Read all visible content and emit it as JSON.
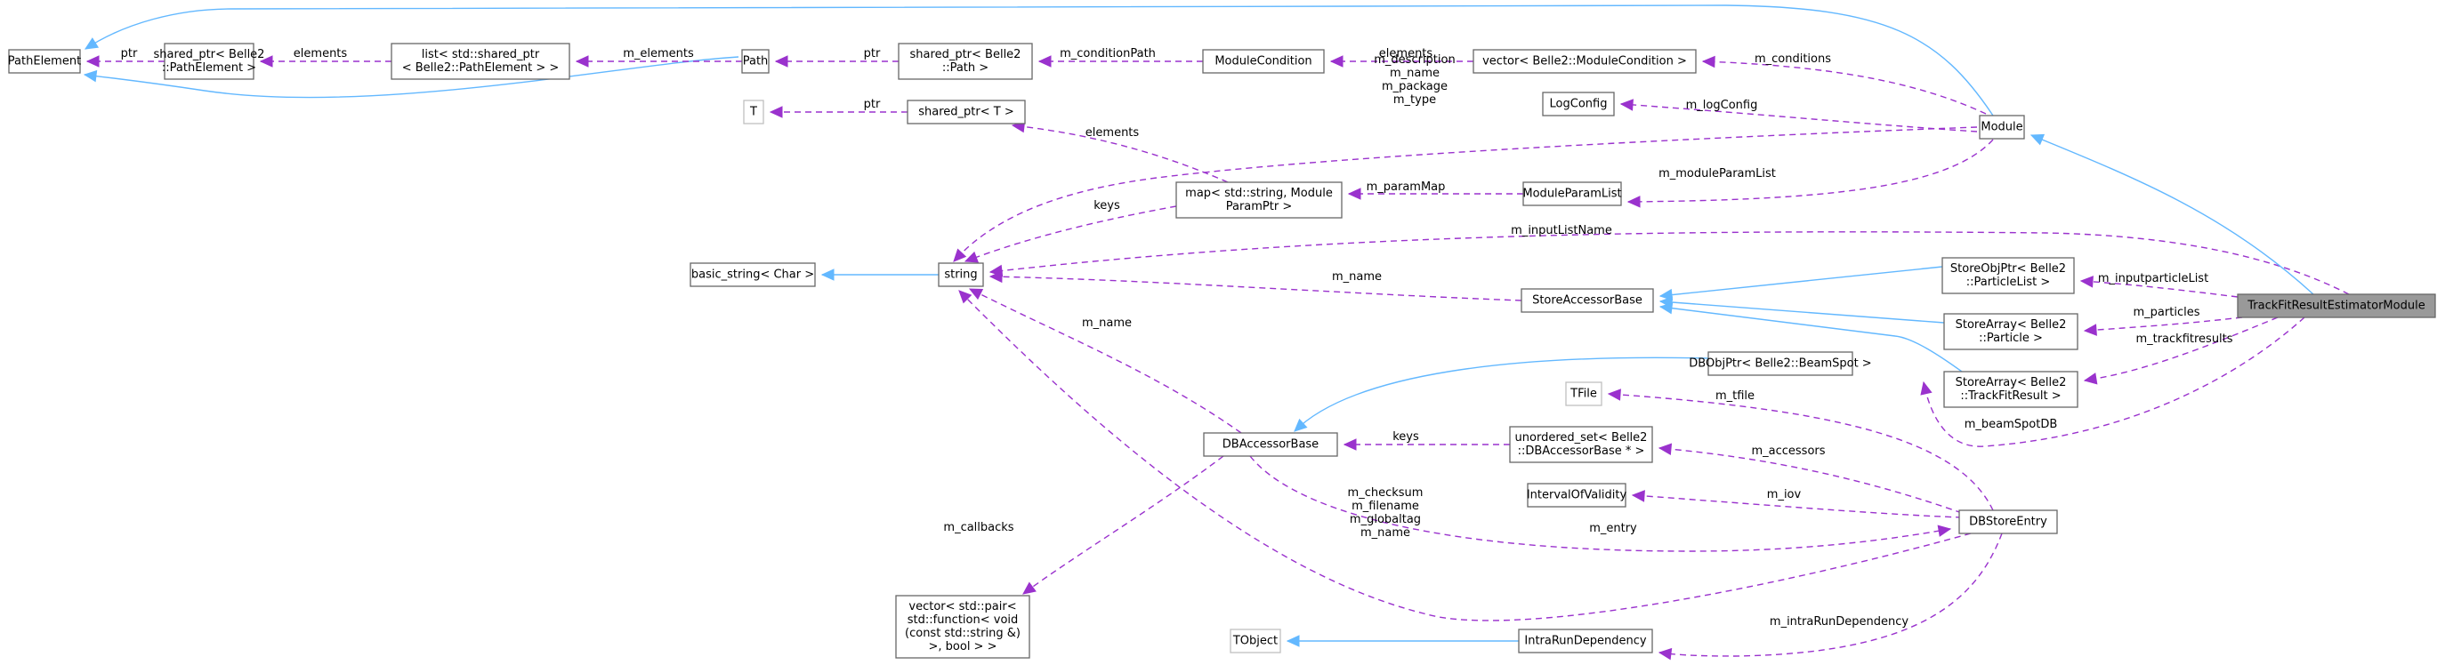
{
  "diagram": {
    "title": "Collaboration diagram for TrackFitResultEstimatorModule",
    "colors": {
      "inheritance_edge": "#63b8ff",
      "usage_edge": "#9a32cd",
      "focus_node_fill": "#999999",
      "node_border": "#666666",
      "external_node_border": "#bfbfbf"
    },
    "nodes": [
      {
        "id": "PathElement",
        "lines": [
          "PathElement"
        ]
      },
      {
        "id": "sp_PathElement",
        "lines": [
          "shared_ptr< Belle2",
          "::PathElement >"
        ]
      },
      {
        "id": "list_sp",
        "lines": [
          "list< std::shared_ptr",
          "< Belle2::PathElement > >"
        ]
      },
      {
        "id": "Path",
        "lines": [
          "Path"
        ]
      },
      {
        "id": "sp_Path",
        "lines": [
          "shared_ptr< Belle2",
          "::Path >"
        ]
      },
      {
        "id": "ModuleCondition",
        "lines": [
          "ModuleCondition"
        ]
      },
      {
        "id": "vec_ModuleCondition",
        "lines": [
          "vector< Belle2::ModuleCondition >"
        ]
      },
      {
        "id": "T",
        "lines": [
          "T"
        ],
        "external": true
      },
      {
        "id": "sp_T",
        "lines": [
          "shared_ptr< T >"
        ]
      },
      {
        "id": "LogConfig",
        "lines": [
          "LogConfig"
        ]
      },
      {
        "id": "Module",
        "lines": [
          "Module"
        ]
      },
      {
        "id": "map_param",
        "lines": [
          "map< std::string, Module",
          "ParamPtr >"
        ]
      },
      {
        "id": "ModuleParamList",
        "lines": [
          "ModuleParamList"
        ]
      },
      {
        "id": "basic_string",
        "lines": [
          "basic_string< Char >"
        ]
      },
      {
        "id": "string",
        "lines": [
          "string"
        ]
      },
      {
        "id": "StoreAccessorBase",
        "lines": [
          "StoreAccessorBase"
        ]
      },
      {
        "id": "StoreObjPtr_PL",
        "lines": [
          "StoreObjPtr< Belle2",
          "::ParticleList >"
        ]
      },
      {
        "id": "StoreArray_P",
        "lines": [
          "StoreArray< Belle2",
          "::Particle >"
        ]
      },
      {
        "id": "StoreArray_TFR",
        "lines": [
          "StoreArray< Belle2",
          "::TrackFitResult >"
        ]
      },
      {
        "id": "TrackFitResultEstimatorModule",
        "lines": [
          "TrackFitResultEstimatorModule"
        ],
        "focus": true
      },
      {
        "id": "DBObjPtr_BS",
        "lines": [
          "DBObjPtr< Belle2::BeamSpot >"
        ]
      },
      {
        "id": "TFile",
        "lines": [
          "TFile"
        ],
        "external": true
      },
      {
        "id": "DBAccessorBase",
        "lines": [
          "DBAccessorBase"
        ]
      },
      {
        "id": "unordered_set",
        "lines": [
          "unordered_set< Belle2",
          "::DBAccessorBase * >"
        ]
      },
      {
        "id": "IntervalOfValidity",
        "lines": [
          "IntervalOfValidity"
        ]
      },
      {
        "id": "DBStoreEntry",
        "lines": [
          "DBStoreEntry"
        ]
      },
      {
        "id": "vec_callbacks",
        "lines": [
          "vector< std::pair<",
          "std::function< void",
          "(const std::string &)",
          ">, bool > >"
        ]
      },
      {
        "id": "TObject",
        "lines": [
          "TObject"
        ],
        "external": true
      },
      {
        "id": "IntraRunDependency",
        "lines": [
          "IntraRunDependency"
        ]
      }
    ],
    "edges": [
      {
        "from": "Path",
        "to": "PathElement",
        "kind": "inherit",
        "labels": []
      },
      {
        "from": "Module",
        "to": "PathElement",
        "kind": "inherit",
        "labels": []
      },
      {
        "from": "sp_PathElement",
        "to": "PathElement",
        "kind": "usage",
        "labels": [
          "ptr"
        ]
      },
      {
        "from": "list_sp",
        "to": "sp_PathElement",
        "kind": "usage",
        "labels": [
          "elements"
        ]
      },
      {
        "from": "Path",
        "to": "list_sp",
        "kind": "usage",
        "labels": [
          "m_elements"
        ]
      },
      {
        "from": "sp_Path",
        "to": "Path",
        "kind": "usage",
        "labels": [
          "ptr"
        ]
      },
      {
        "from": "ModuleCondition",
        "to": "sp_Path",
        "kind": "usage",
        "labels": [
          "m_conditionPath"
        ]
      },
      {
        "from": "vec_ModuleCondition",
        "to": "ModuleCondition",
        "kind": "usage",
        "labels": [
          "elements"
        ]
      },
      {
        "from": "Module",
        "to": "vec_ModuleCondition",
        "kind": "usage",
        "labels": [
          "m_conditions"
        ]
      },
      {
        "from": "sp_T",
        "to": "T",
        "kind": "usage",
        "labels": [
          "ptr"
        ]
      },
      {
        "from": "map_param",
        "to": "sp_T",
        "kind": "usage",
        "labels": [
          "elements"
        ]
      },
      {
        "from": "Module",
        "to": "LogConfig",
        "kind": "usage",
        "labels": [
          "m_logConfig"
        ]
      },
      {
        "from": "Module",
        "to": "string",
        "kind": "usage",
        "labels": [
          "m_description",
          "m_name",
          "m_package",
          "m_type"
        ]
      },
      {
        "from": "Module",
        "to": "ModuleParamList",
        "kind": "usage",
        "labels": [
          "m_moduleParamList"
        ]
      },
      {
        "from": "ModuleParamList",
        "to": "map_param",
        "kind": "usage",
        "labels": [
          "m_paramMap"
        ]
      },
      {
        "from": "map_param",
        "to": "string",
        "kind": "usage",
        "labels": [
          "keys"
        ]
      },
      {
        "from": "string",
        "to": "basic_string",
        "kind": "inherit",
        "labels": []
      },
      {
        "from": "TrackFitResultEstimatorModule",
        "to": "string",
        "kind": "usage",
        "labels": [
          "m_inputListName"
        ]
      },
      {
        "from": "StoreAccessorBase",
        "to": "string",
        "kind": "usage",
        "labels": [
          "m_name"
        ]
      },
      {
        "from": "TrackFitResultEstimatorModule",
        "to": "Module",
        "kind": "inherit",
        "labels": []
      },
      {
        "from": "StoreObjPtr_PL",
        "to": "StoreAccessorBase",
        "kind": "inherit",
        "labels": []
      },
      {
        "from": "StoreArray_P",
        "to": "StoreAccessorBase",
        "kind": "inherit",
        "labels": []
      },
      {
        "from": "StoreArray_TFR",
        "to": "StoreAccessorBase",
        "kind": "inherit",
        "labels": []
      },
      {
        "from": "TrackFitResultEstimatorModule",
        "to": "StoreObjPtr_PL",
        "kind": "usage",
        "labels": [
          "m_inputparticleList"
        ]
      },
      {
        "from": "TrackFitResultEstimatorModule",
        "to": "StoreArray_P",
        "kind": "usage",
        "labels": [
          "m_particles"
        ]
      },
      {
        "from": "TrackFitResultEstimatorModule",
        "to": "StoreArray_TFR",
        "kind": "usage",
        "labels": [
          "m_trackfitresults"
        ]
      },
      {
        "from": "TrackFitResultEstimatorModule",
        "to": "DBObjPtr_BS",
        "kind": "usage",
        "labels": [
          "m_beamSpotDB"
        ]
      },
      {
        "from": "DBAccessorBase",
        "to": "string",
        "kind": "usage",
        "labels": [
          "m_name"
        ]
      },
      {
        "from": "DBObjPtr_BS",
        "to": "DBAccessorBase",
        "kind": "inherit",
        "labels": []
      },
      {
        "from": "DBStoreEntry",
        "to": "TFile",
        "kind": "usage",
        "labels": [
          "m_tfile"
        ]
      },
      {
        "from": "unordered_set",
        "to": "DBAccessorBase",
        "kind": "usage",
        "labels": [
          "keys"
        ]
      },
      {
        "from": "DBStoreEntry",
        "to": "unordered_set",
        "kind": "usage",
        "labels": [
          "m_accessors"
        ]
      },
      {
        "from": "DBStoreEntry",
        "to": "IntervalOfValidity",
        "kind": "usage",
        "labels": [
          "m_iov"
        ]
      },
      {
        "from": "DBAccessorBase",
        "to": "DBStoreEntry",
        "kind": "usage",
        "labels": [
          "m_entry"
        ]
      },
      {
        "from": "DBStoreEntry",
        "to": "string",
        "kind": "usage",
        "labels": [
          "m_checksum",
          "m_filename",
          "m_globaltag",
          "m_name"
        ]
      },
      {
        "from": "DBAccessorBase",
        "to": "vec_callbacks",
        "kind": "usage",
        "labels": [
          "m_callbacks"
        ]
      },
      {
        "from": "DBStoreEntry",
        "to": "IntraRunDependency",
        "kind": "usage",
        "labels": [
          "m_intraRunDependency"
        ]
      },
      {
        "from": "IntraRunDependency",
        "to": "TObject",
        "kind": "inherit",
        "labels": []
      }
    ]
  }
}
